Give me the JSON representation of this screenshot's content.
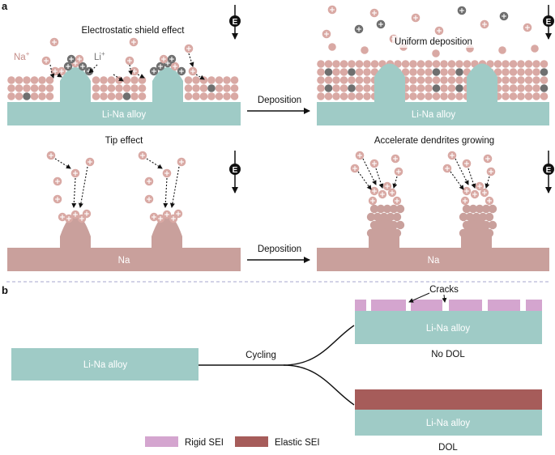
{
  "panels": {
    "a": "a",
    "b": "b"
  },
  "row1": {
    "title_left": "Electrostatic shield effect",
    "title_right": "Uniform deposition",
    "na_label": "Na",
    "na_sup": "+",
    "li_label": "Li",
    "li_sup": "+",
    "substrate_left": "Li-Na alloy",
    "substrate_right": "Li-Na alloy",
    "arrow_label": "Deposition",
    "field_symbol": "E"
  },
  "row2": {
    "title_left": "Tip effect",
    "title_right": "Accelerate dendrites growing",
    "substrate_left": "Na",
    "substrate_right": "Na",
    "arrow_label": "Deposition",
    "field_symbol": "E"
  },
  "panel_b": {
    "left_block": "Li-Na alloy",
    "cycling_label": "Cycling",
    "top_block": "Li-Na alloy",
    "top_caption": "No DOL",
    "cracks_label": "Cracks",
    "bottom_block": "Li-Na alloy",
    "bottom_caption": "DOL",
    "legend": [
      {
        "label": "Rigid SEI",
        "color": "#d4a5cf"
      },
      {
        "label": "Elastic SEI",
        "color": "#a65c5a"
      }
    ]
  },
  "colors": {
    "alloy": "#9fcbc6",
    "sodium": "#c9a09c",
    "na_ion": "#d9a9a4",
    "li_ion": "#6f6f6f",
    "rigid_sei": "#d4a5cf",
    "elastic_sei": "#a65c5a",
    "divider": "#b9b9d6"
  }
}
